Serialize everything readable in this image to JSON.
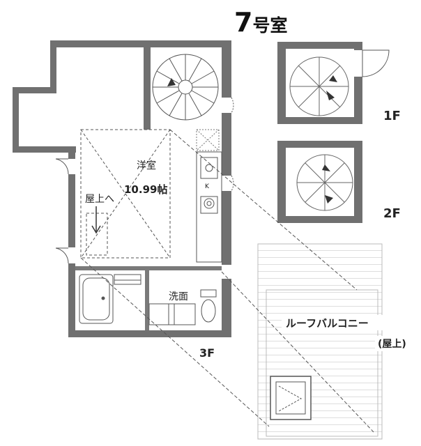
{
  "unit_number": "7",
  "unit_suffix": "号室",
  "floor_3f": "3F",
  "floor_1f": "1F",
  "floor_2f": "2F",
  "room_name": "洋室",
  "room_size": "10.99帖",
  "roof_access": "屋上へ",
  "washroom": "洗面",
  "kitchen_mark": "K",
  "roof_balcony": "ルーフバルコニー",
  "roof_note": "(屋上)",
  "colors": {
    "wall": "#707070",
    "line": "#333333",
    "dash": "#555555",
    "bg": "#ffffff",
    "roof_line": "#c8c8c8"
  }
}
